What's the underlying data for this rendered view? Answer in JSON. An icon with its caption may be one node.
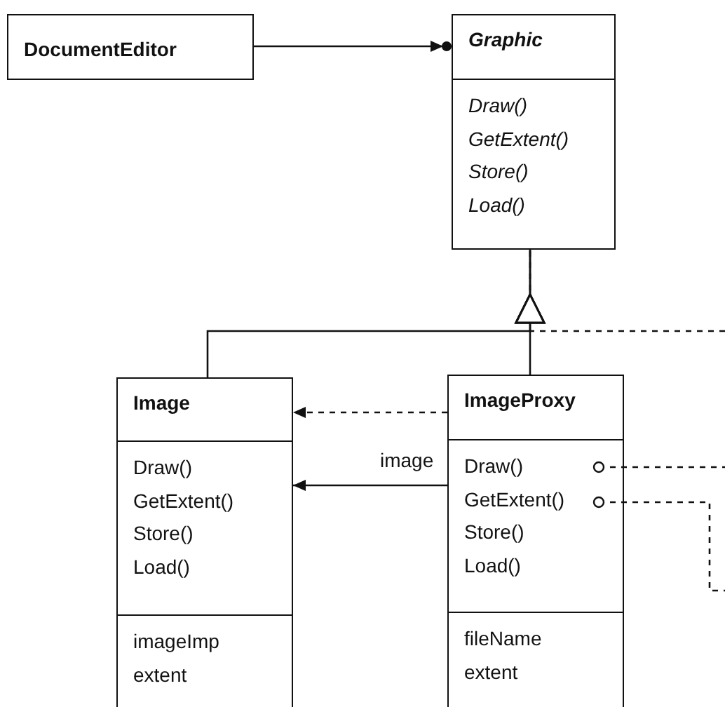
{
  "diagram": {
    "nodes": [
      {
        "text": [
          "DocumentEditor"
        ]
      },
      {
        "text": [
          "Graphic",
          "Draw() GetExtent() Store() Load()"
        ]
      },
      {
        "text": [
          "Image",
          "Draw() GetExtent() Store() Load()",
          "imageImp extent"
        ]
      },
      {
        "text": [
          "ImageProxy",
          "Draw() GetExtent() Store() Load()",
          "fileName extent"
        ]
      }
    ],
    "edges": [
      {
        "from": 0,
        "to": 1,
        "arrow": "to"
      },
      {
        "from": 2,
        "to": 1,
        "arrow": "to"
      },
      {
        "from": 3,
        "to": 1,
        "arrow": "to"
      },
      {
        "from": null,
        "to": 1,
        "arrow": "to",
        "style": "dashed"
      },
      {
        "from": 3,
        "to": 2,
        "arrow": "to",
        "style": "dashed"
      },
      {
        "from": 3,
        "to": 2,
        "arrow": "to",
        "label": "image"
      },
      {
        "from": 3,
        "to": null,
        "arrow": "other",
        "style": "dashed"
      },
      {
        "from": 3,
        "to": null,
        "arrow": "other",
        "style": "dashed"
      }
    ]
  }
}
